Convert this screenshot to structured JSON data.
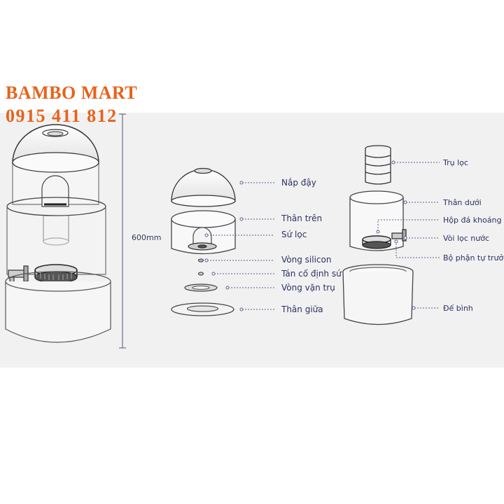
{
  "brand": {
    "name": "BAMBO MART",
    "phone": "0915 411 812"
  },
  "dimension_label": "600mm",
  "parts_top": [
    "Nắp đậy",
    "Thân trên",
    "Sứ lọc",
    "Vòng silicon",
    "Tán cố định sứ",
    "Vòng vặn trụ",
    "Thân giữa"
  ],
  "parts_bottom": [
    "Trụ lọc",
    "Thân dưới",
    "Hộp đá khoáng",
    "Vòi lọc nước",
    "Bộ phận tự trưởng",
    "Đế bình"
  ],
  "colors": {
    "brand": "#e8621a",
    "label": "#2b3262",
    "panel": "#f1f1f1"
  }
}
